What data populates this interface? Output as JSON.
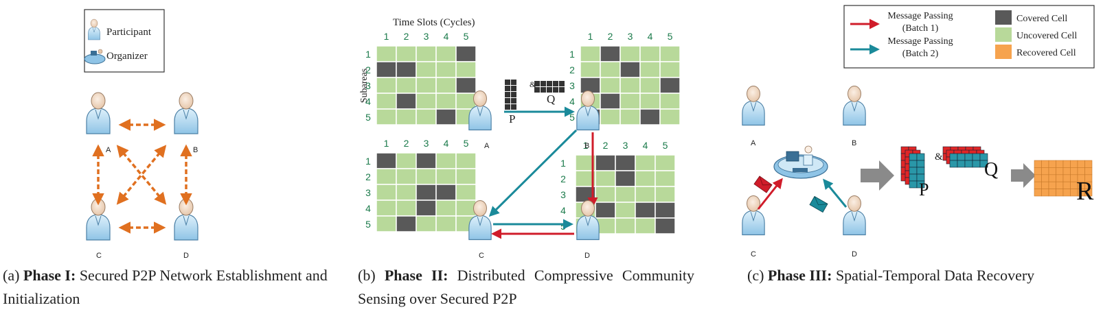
{
  "legend1": {
    "participant": "Participant",
    "organizer": "Organizer"
  },
  "legend2": {
    "batch1_line1": "Message Passing",
    "batch1_line2": "(Batch 1)",
    "batch2_line1": "Message Passing",
    "batch2_line2": "(Batch 2)",
    "covered": "Covered Cell",
    "uncovered": "Uncovered Cell",
    "recovered": "Recovered Cell"
  },
  "colors": {
    "covered": "#595959",
    "uncovered": "#b8d99a",
    "recovered": "#f6a34e",
    "batch1": "#d01c2a",
    "batch2": "#1a8a9a",
    "p2p": "#e07020",
    "matrix_blue": "#2a97a8",
    "matrix_red": "#e02626"
  },
  "nodes": {
    "a": "A",
    "b": "B",
    "c": "C",
    "d": "D"
  },
  "phase2": {
    "time_slots_label": "Time Slots (Cycles)",
    "subareas_label": "Subareas",
    "col_labels": [
      "1",
      "2",
      "3",
      "4",
      "5"
    ],
    "row_labels": [
      "1",
      "2",
      "3",
      "4",
      "5"
    ],
    "grid_a": [
      [
        0,
        0,
        0,
        0,
        1
      ],
      [
        1,
        1,
        0,
        0,
        0
      ],
      [
        0,
        0,
        0,
        0,
        1
      ],
      [
        0,
        1,
        0,
        0,
        0
      ],
      [
        0,
        0,
        0,
        1,
        0
      ]
    ],
    "grid_b": [
      [
        0,
        1,
        0,
        0,
        0
      ],
      [
        0,
        0,
        1,
        0,
        0
      ],
      [
        1,
        0,
        0,
        0,
        1
      ],
      [
        0,
        1,
        0,
        0,
        0
      ],
      [
        1,
        0,
        0,
        1,
        0
      ]
    ],
    "grid_c": [
      [
        1,
        0,
        1,
        0,
        0
      ],
      [
        0,
        0,
        0,
        0,
        0
      ],
      [
        0,
        0,
        1,
        1,
        0
      ],
      [
        0,
        0,
        1,
        0,
        0
      ],
      [
        0,
        1,
        0,
        0,
        0
      ]
    ],
    "grid_d": [
      [
        0,
        1,
        1,
        0,
        0
      ],
      [
        0,
        0,
        1,
        0,
        0
      ],
      [
        1,
        0,
        0,
        0,
        0
      ],
      [
        0,
        1,
        0,
        1,
        1
      ],
      [
        0,
        0,
        0,
        0,
        1
      ]
    ],
    "p_label": "P",
    "amp": "&",
    "q_label": "Q"
  },
  "phase3": {
    "p_label": "P",
    "amp": "&",
    "q_label": "Q",
    "r_label": "R"
  },
  "captions": {
    "a_prefix": "(a)",
    "a_bold": "Phase I:",
    "a_text": "Secured P2P Network Establishment and Initialization",
    "b_prefix": "(b)",
    "b_bold": "Phase II:",
    "b_text": "Distributed Compressive Community Sensing over Secured P2P",
    "c_prefix": "(c)",
    "c_bold": "Phase III:",
    "c_text": "Spatial-Temporal Data Recovery"
  }
}
